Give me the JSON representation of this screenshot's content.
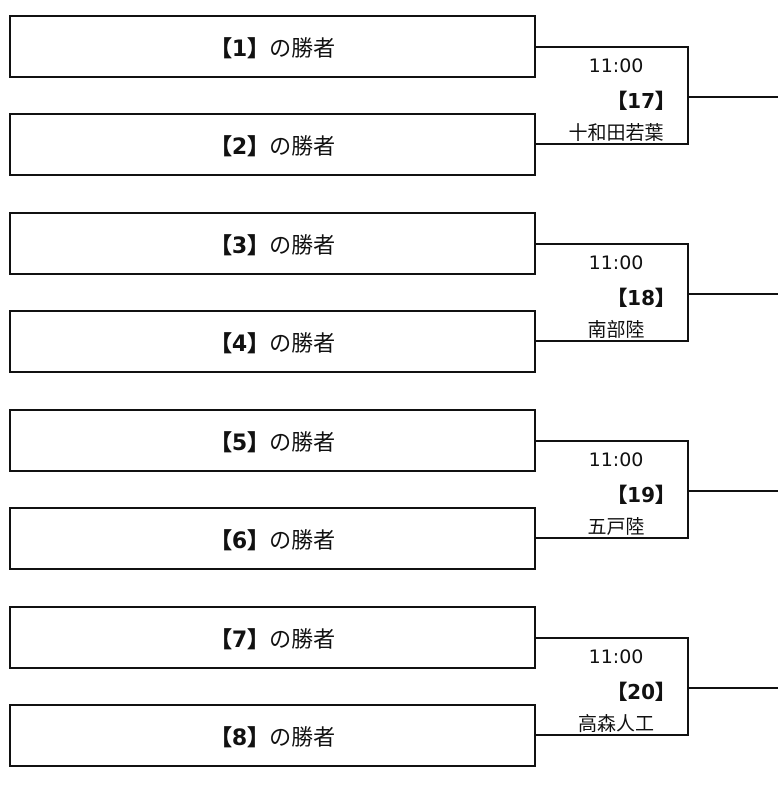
{
  "winner_suffix": "の勝者",
  "slots": [
    {
      "num": "【1】"
    },
    {
      "num": "【2】"
    },
    {
      "num": "【3】"
    },
    {
      "num": "【4】"
    },
    {
      "num": "【5】"
    },
    {
      "num": "【6】"
    },
    {
      "num": "【7】"
    },
    {
      "num": "【8】"
    }
  ],
  "matches": [
    {
      "time": "11:00",
      "number": "【17】",
      "venue": "十和田若葉"
    },
    {
      "time": "11:00",
      "number": "【18】",
      "venue": "南部陸"
    },
    {
      "time": "11:00",
      "number": "【19】",
      "venue": "五戸陸"
    },
    {
      "time": "11:00",
      "number": "【20】",
      "venue": "高森人工"
    }
  ]
}
